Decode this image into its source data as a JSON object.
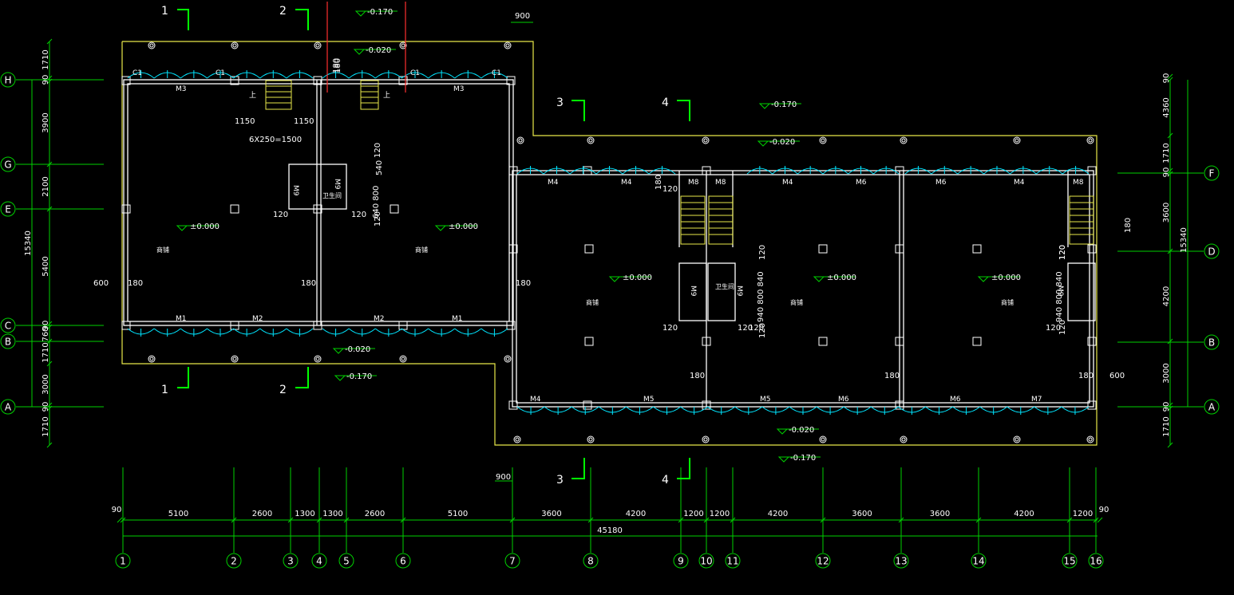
{
  "colors": {
    "background": "#000000",
    "wall": "#ffffff",
    "outline": "#e8e84a",
    "dimension": "#00d000",
    "window": "#00e5ff",
    "section_mark": "#00ff00",
    "cut_line": "#ff3030",
    "text": "#ffffff"
  },
  "grid_bubbles_bottom": [
    "1",
    "2",
    "3",
    "4",
    "5",
    "6",
    "7",
    "8",
    "9",
    "10",
    "11",
    "12",
    "13",
    "14",
    "15",
    "16"
  ],
  "grid_bubbles_left": [
    "H",
    "G",
    "E",
    "C",
    "B",
    "A"
  ],
  "grid_bubbles_right": [
    "F",
    "D",
    "B",
    "A"
  ],
  "dims_bottom_segments": [
    "90",
    "5100",
    "2600",
    "1300",
    "1300",
    "2600",
    "5100",
    "3600",
    "4200",
    "1200",
    "1200",
    "4200",
    "3600",
    "3600",
    "4200",
    "1200",
    "90"
  ],
  "dim_bottom_total": "45180",
  "dims_left": [
    "1710",
    "90",
    "3900",
    "2100",
    "5400",
    "90",
    "760",
    "1710",
    "3000",
    "90",
    "1710"
  ],
  "dim_left_total": "15340",
  "dims_right": [
    "90",
    "4360",
    "1710",
    "90",
    "3600",
    "4200",
    "3000",
    "90",
    "1710"
  ],
  "dim_right_total": "15340",
  "misc_dims": {
    "top_900": "900",
    "bottom_900": "900",
    "left_600": "600",
    "right_600": "600",
    "d180_a": "180",
    "d180_b": "180",
    "d180_c": "180",
    "d180_d": "180",
    "d180_e": "180",
    "d180_f": "180",
    "d180_g": "180",
    "d180_h": "180",
    "d180_i": "180",
    "stair_1150_a": "1150",
    "stair_1150_b": "1150",
    "stair_formula": "6X250=1500",
    "d120_a": "120",
    "d120_b": "120",
    "d120_c": "120",
    "d120_d": "120",
    "d120_e": "120",
    "d120_f": "120",
    "d120_g": "120",
    "d120_h": "120",
    "d120_i": "120",
    "d120_j": "120",
    "v540": "540",
    "v640_800": "640 800",
    "v_840_800_940_a": "940 800 840",
    "v_840_800_940_b": "940 800 840",
    "v120_top_a": "120",
    "v120_top_b": "120",
    "v120_bot_a": "120",
    "v120_bot_b": "120",
    "v180_cut": "180"
  },
  "levels": {
    "top_m0170": "-0.170",
    "top_m0020": "-0.020",
    "right_m0170": "-0.170",
    "right_m0020": "-0.020",
    "left_bot_m0020": "-0.020",
    "left_bot_m0170": "-0.170",
    "bot_m0020": "-0.020",
    "bot_m0170": "-0.170",
    "floor_a": "±0.000",
    "floor_b": "±0.000",
    "floor_c": "±0.000",
    "floor_d": "±0.000",
    "floor_e": "±0.000"
  },
  "section_marks": {
    "s1_top": "1",
    "s2_top": "2",
    "s1_bot": "1",
    "s2_bot": "2",
    "s3_top": "3",
    "s4_top": "4",
    "s3_bot": "3",
    "s4_bot": "4"
  },
  "labels": {
    "c1_a": "C1",
    "c1_b": "C1",
    "c1_c": "C1",
    "c1_d": "C1",
    "m3_a": "M3",
    "m3_b": "M3",
    "m1_a": "M1",
    "m2_a": "M2",
    "m2_b": "M2",
    "m1_b": "M1",
    "m4_a": "M4",
    "m4_b": "M4",
    "m8_a": "M8",
    "m8_b": "M8",
    "m4_c": "M4",
    "m6_a": "M6",
    "m6_b": "M6",
    "m4_d": "M4",
    "m8_c": "M8",
    "m4_e": "M4",
    "m5_a": "M5",
    "m5_b": "M5",
    "m6_c": "M6",
    "m6_d": "M6",
    "m7_a": "M7",
    "m9_a": "M9",
    "m9_b": "M9",
    "m9_c": "M9",
    "m9_d": "M9",
    "m9_e": "M9",
    "up_a": "上",
    "up_b": "上"
  },
  "rooms": {
    "shop_a": "商铺",
    "shop_b": "商铺",
    "shop_c": "商铺",
    "shop_d": "商铺",
    "shop_e": "商铺",
    "wc_a": "卫生间",
    "wc_b": "卫生间"
  }
}
